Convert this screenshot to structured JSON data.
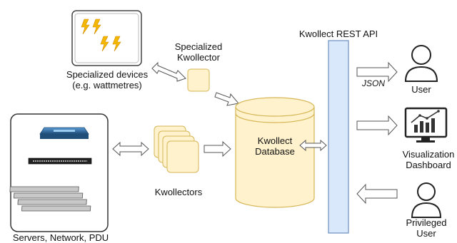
{
  "nodes": {
    "specialized_devices": {
      "line1": "Specialized devices",
      "line2": "(e.g. wattmetres)"
    },
    "specialized_kwollector": {
      "line1": "Specialized",
      "line2": "Kwollector"
    },
    "servers": {
      "label": "Servers, Network, PDU"
    },
    "kwollectors": {
      "label": "Kwollectors"
    },
    "database": {
      "line1": "Kwollect",
      "line2": "Database"
    },
    "rest_api": {
      "label": "Kwollect REST API"
    },
    "user": {
      "label": "User"
    },
    "visualization": {
      "line1": "Visualization",
      "line2": "Dashboard"
    },
    "privileged_user": {
      "line1": "Privileged",
      "line2": "User"
    }
  },
  "edges": {
    "json_label": "JSON"
  },
  "colors": {
    "box_fill": "#fff2cc",
    "box_stroke": "#d6b656",
    "api_fill": "#dae8fc",
    "api_stroke": "#6c8ebf",
    "lightning": "#f5b800",
    "chart_bar": "#333333"
  },
  "icons": [
    "lightning-icon",
    "user-icon",
    "monitor-chart-icon",
    "network-switch-icon",
    "server-rack-icon"
  ]
}
